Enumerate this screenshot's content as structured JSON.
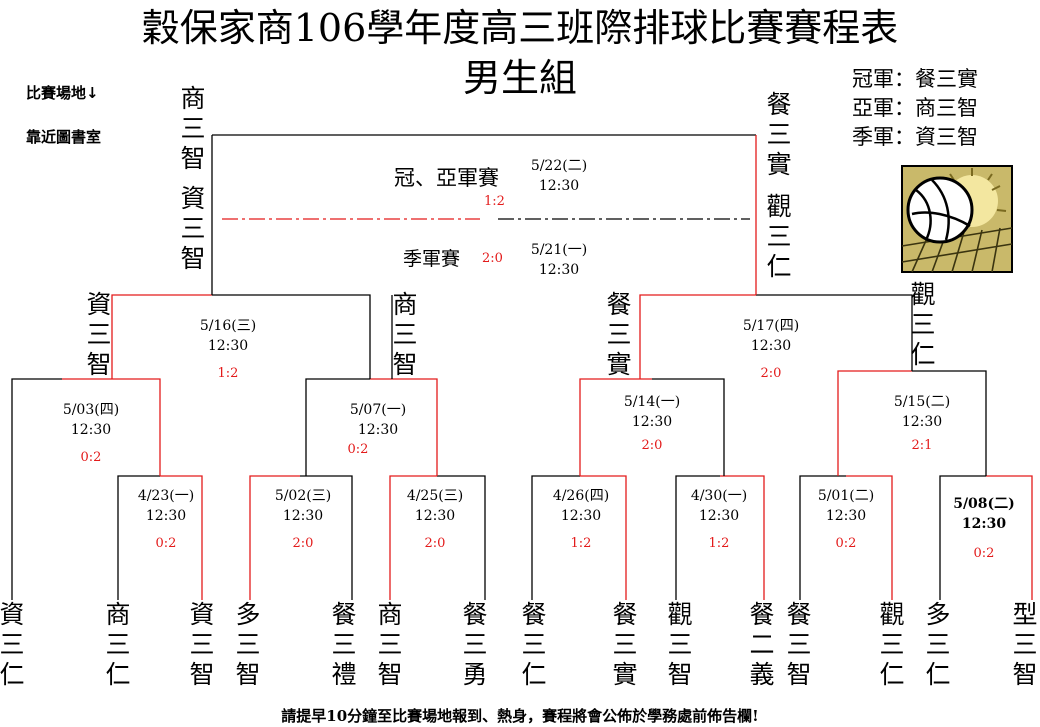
{
  "title_line1": "穀保家商106學年度高三班際排球比賽賽程表",
  "title_line2": "男生組",
  "venue_label": "比賽場地↓",
  "venue_value": "靠近圖書室",
  "results": {
    "champion": "冠軍：餐三實",
    "runner_up": "亞軍：商三智",
    "third": "季軍：資三智"
  },
  "final_label": "冠、亞軍賽",
  "third_place_label": "季軍賽",
  "finalists": {
    "left_top": "商三智",
    "left_bottom": "資三智",
    "right_top": "餐三實",
    "right_bottom": "觀三仁"
  },
  "semifinal_winners": {
    "a": "資三智",
    "b": "商三智",
    "c": "餐三實",
    "d": "觀三仁"
  },
  "teams": [
    "資三仁",
    "商三仁",
    "資三智",
    "多三智",
    "餐三禮",
    "商三智",
    "餐三勇",
    "餐三仁",
    "餐三實",
    "觀三智",
    "餐二義",
    "餐三智",
    "觀三仁",
    "多三仁",
    "型三智"
  ],
  "matches": {
    "final": {
      "date": "5/22(二)",
      "time": "12:30",
      "score": "1:2"
    },
    "third": {
      "date": "5/21(一)",
      "time": "12:30",
      "score": "2:0"
    },
    "semi_left": {
      "date": "5/16(三)",
      "time": "12:30",
      "score": "1:2"
    },
    "semi_right": {
      "date": "5/17(四)",
      "time": "12:30",
      "score": "2:0"
    },
    "q1": {
      "date": "5/03(四)",
      "time": "12:30",
      "score": "0:2"
    },
    "q2": {
      "date": "5/07(一)",
      "time": "12:30",
      "score": "0:2"
    },
    "q3": {
      "date": "5/14(一)",
      "time": "12:30",
      "score": "2:0"
    },
    "q4": {
      "date": "5/15(二)",
      "time": "12:30",
      "score": "2:1"
    },
    "r1": {
      "date": "4/23(一)",
      "time": "12:30",
      "score": "0:2"
    },
    "r2": {
      "date": "5/02(三)",
      "time": "12:30",
      "score": "2:0"
    },
    "r3": {
      "date": "4/25(三)",
      "time": "12:30",
      "score": "2:0"
    },
    "r4": {
      "date": "4/26(四)",
      "time": "12:30",
      "score": "1:2"
    },
    "r5": {
      "date": "4/30(一)",
      "time": "12:30",
      "score": "1:2"
    },
    "r6": {
      "date": "5/01(二)",
      "time": "12:30",
      "score": "0:2"
    },
    "r7": {
      "date": "5/08(二)",
      "time": "12:30",
      "score": "0:2"
    }
  },
  "footer": "請提早10分鐘至比賽場地報到、熱身，賽程將會公佈於學務處前佈告欄!",
  "colors": {
    "win_line": "#e31b1b",
    "loss_line": "#000000"
  }
}
